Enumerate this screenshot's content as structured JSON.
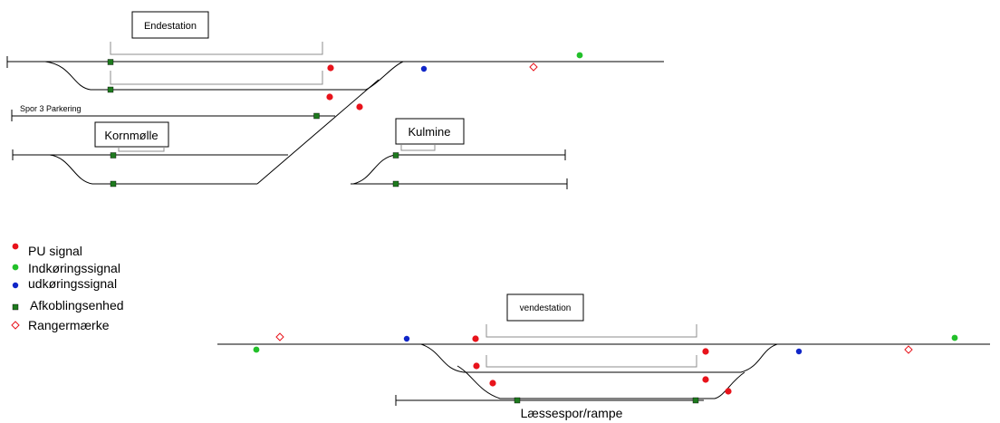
{
  "upper": {
    "endestation_label": "Endestation",
    "spor3_label": "Spor 3 Parkering",
    "kornmolle_label": "Kornmølle",
    "kulmine_label": "Kulmine"
  },
  "legend": {
    "pu_signal": "PU signal",
    "indkoring": "Indkøringssignal",
    "udkoring": "udkøringssignal",
    "afkobling": "Afkoblingsenhed",
    "rangermaerke": "Rangermærke"
  },
  "lower": {
    "vendestation_label": "vendestation",
    "laessespor_label": "Læssespor/rampe"
  },
  "colors": {
    "pu_signal": "#e8131b",
    "indkoring": "#22c02a",
    "udkoring": "#1026c8",
    "afkobling": "#1e7a1e",
    "rangermaerke": "#e8131b",
    "track": "#000000",
    "platform": "#8c8c8c"
  }
}
